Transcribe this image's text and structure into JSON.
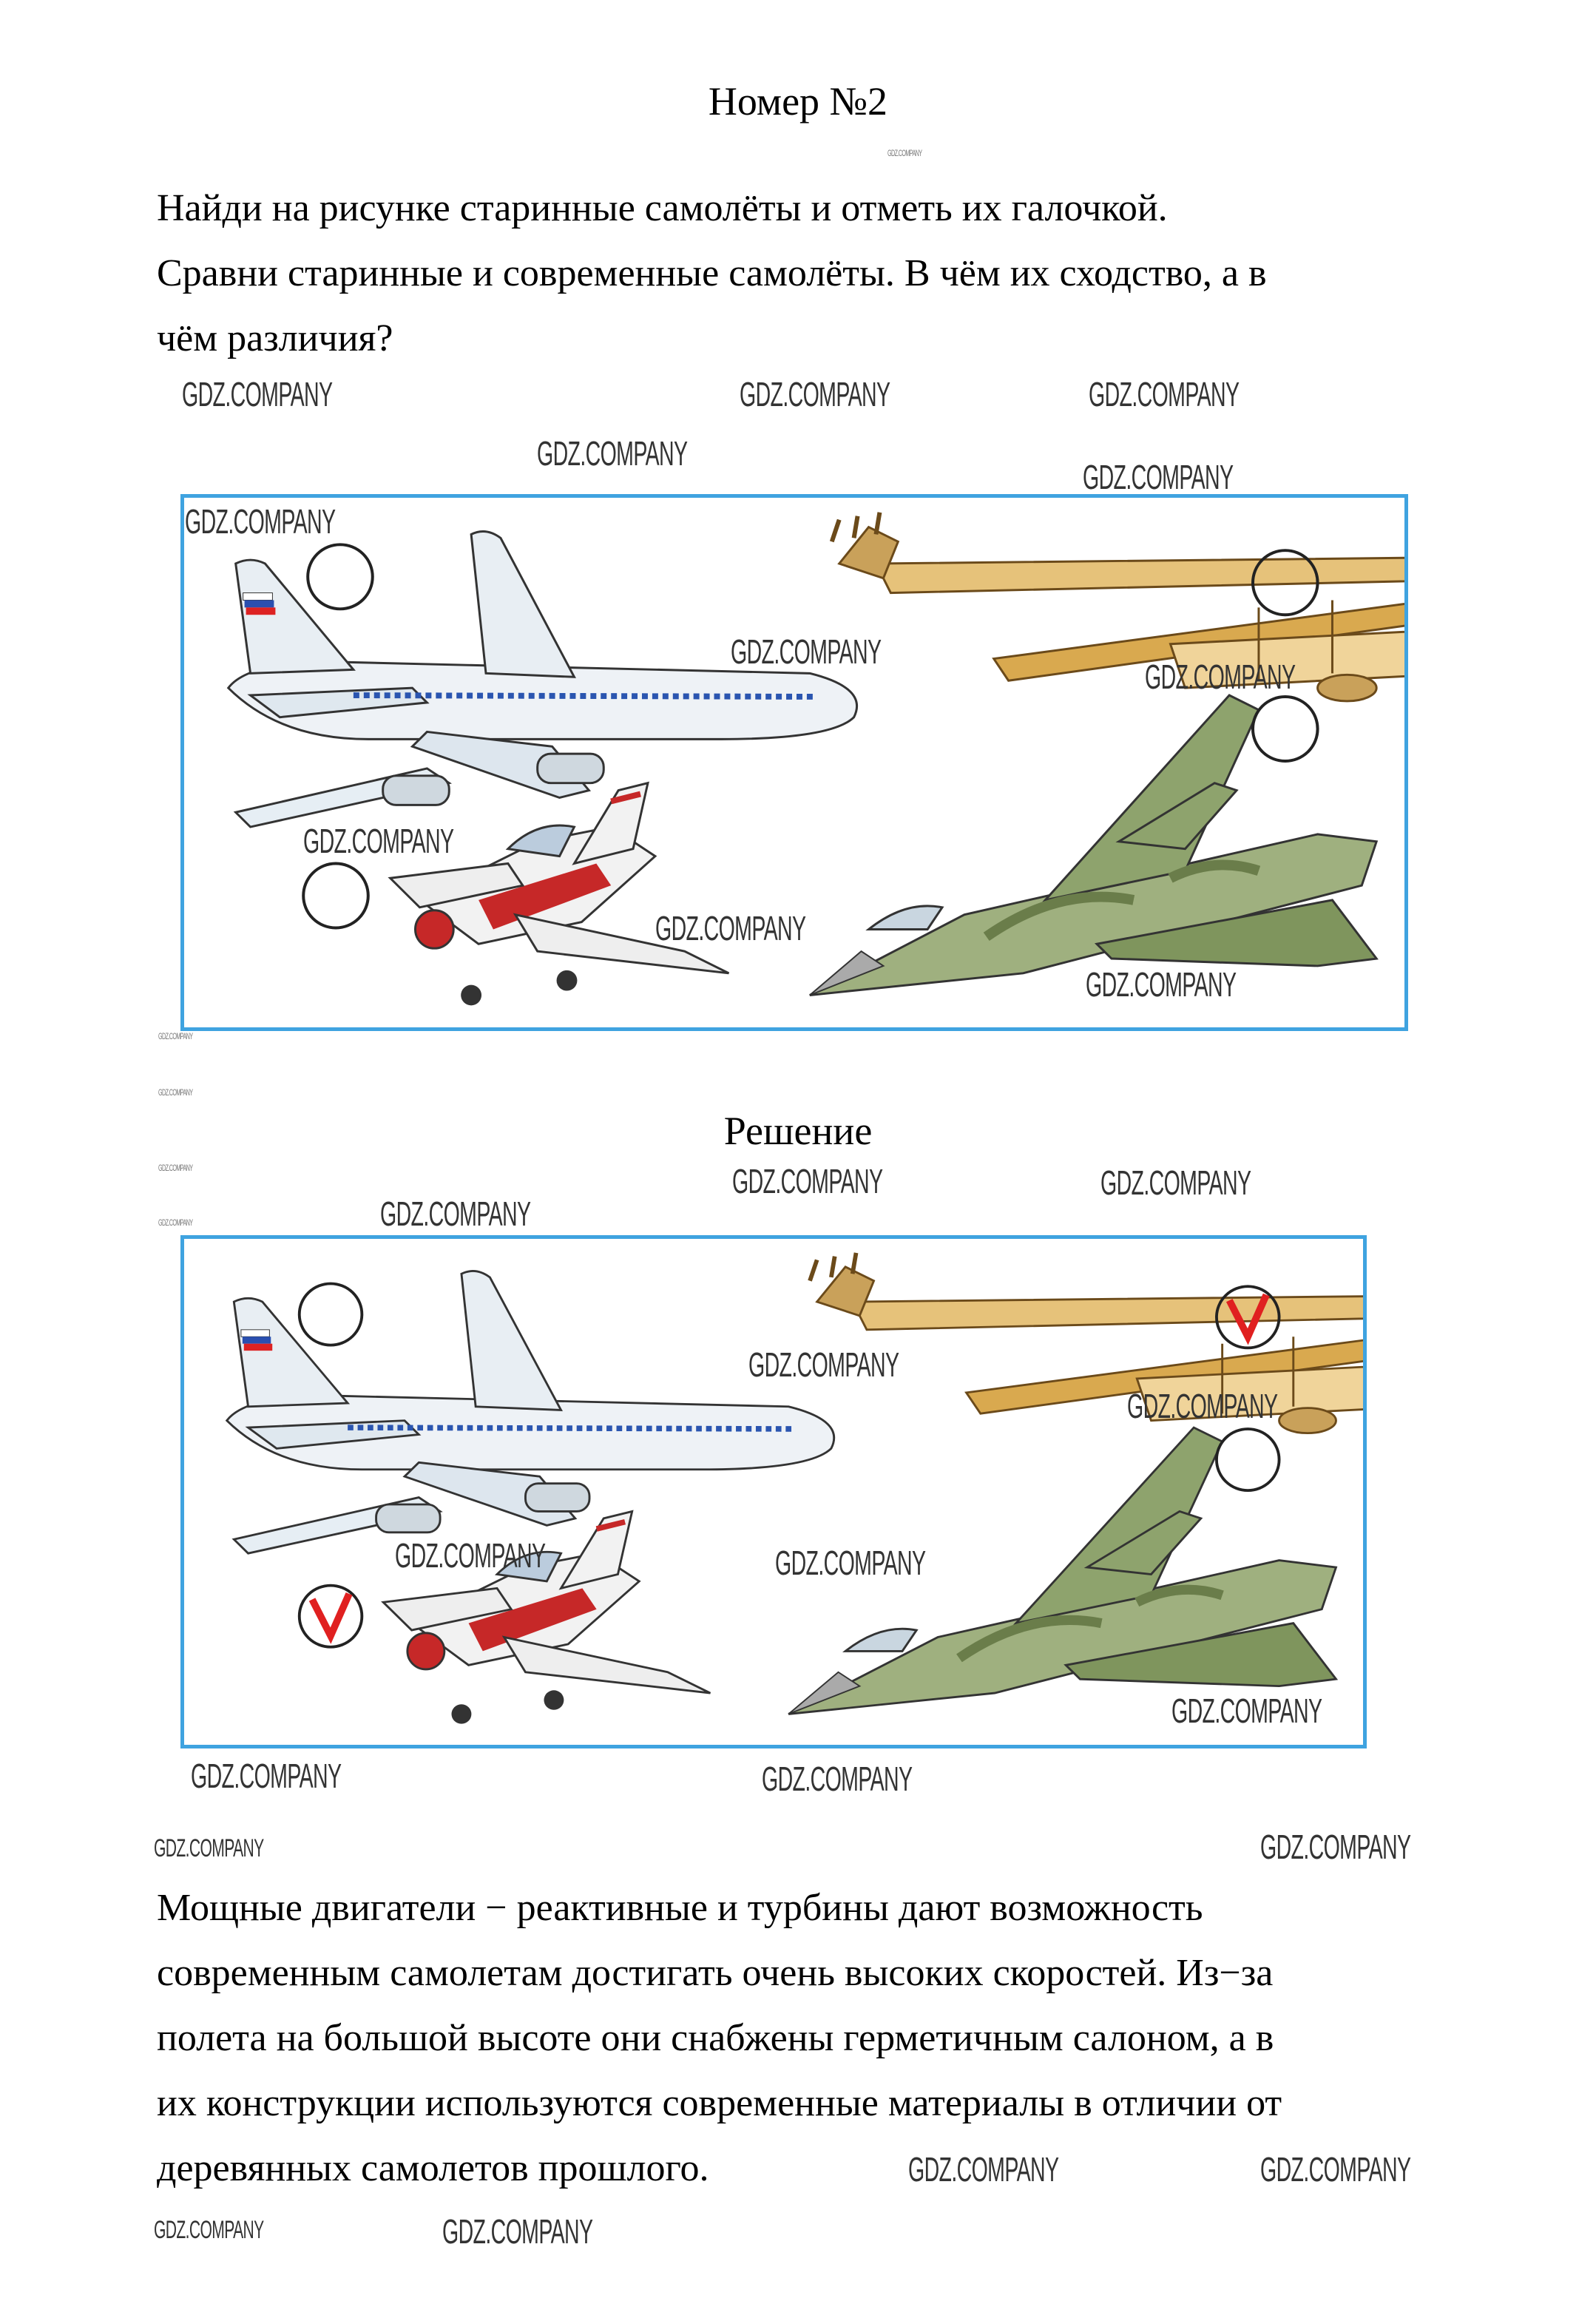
{
  "title": "Номер №2",
  "task": {
    "lines": [
      "Найди на рисунке старинные самолёты и отметь их галочкой.",
      "Сравни старинные и современные самолёты. В чём их сходство, а в",
      "чём различия?"
    ]
  },
  "solution_heading": "Решение",
  "answer": {
    "lines": [
      "Мощные двигатели − реактивные и турбины дают возможность",
      "современным самолетам достигать очень высоких скоростей. Из−за",
      "полета на большой высоте они снабжены герметичным салоном, а в",
      "их конструкции используются современные материалы в отличии от",
      "деревянных самолетов прошлого."
    ]
  },
  "watermark": "GDZ.COMPANY",
  "colors": {
    "frame": "#3fa3e0",
    "check": "#e02020"
  },
  "figure_task": {
    "checked": {
      "airliner": false,
      "vintage_biplane": false,
      "fighter_jet": false,
      "sport_plane": false
    }
  },
  "figure_solution": {
    "checked": {
      "airliner": false,
      "vintage_biplane": true,
      "fighter_jet": false,
      "sport_plane": true
    }
  }
}
